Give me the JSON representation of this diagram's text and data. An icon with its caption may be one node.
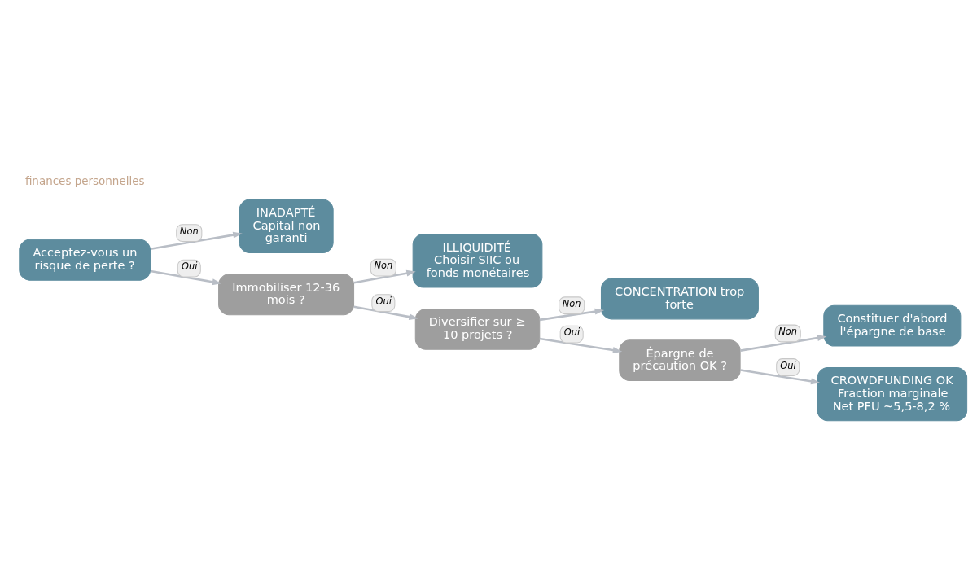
{
  "diagram": {
    "nodes": [
      {
        "text": [
          "Acceptez-vous un risque de perte ?"
        ]
      },
      {
        "text": [
          "INADAPTÉ",
          "Capital non garanti"
        ]
      },
      {
        "text": [
          "Immobiliser 12-36 mois ?"
        ]
      },
      {
        "text": [
          "ILLIQUIDITÉ",
          "Choisir SIIC ou fonds monétaires"
        ]
      },
      {
        "text": [
          "Diversifier sur ≥ 10 projets ?"
        ]
      },
      {
        "text": [
          "CONCENTRATION trop forte"
        ]
      },
      {
        "text": [
          "Épargne de précaution OK ?"
        ]
      },
      {
        "text": [
          "Constituer d'abord l'épargne de base"
        ]
      },
      {
        "text": [
          "CROWDFUNDING OK",
          "Fraction marginale",
          "Net PFU ~5,5-8,2 %"
        ]
      }
    ],
    "edges": [
      {
        "from": 0,
        "to": 1,
        "arrow": "to",
        "label": "Non"
      },
      {
        "from": 0,
        "to": 2,
        "arrow": "to",
        "label": "Oui"
      },
      {
        "from": 2,
        "to": 3,
        "arrow": "to",
        "label": "Non"
      },
      {
        "from": 2,
        "to": 4,
        "arrow": "to",
        "label": "Oui"
      },
      {
        "from": 4,
        "to": 5,
        "arrow": "to",
        "label": "Non"
      },
      {
        "from": 4,
        "to": 6,
        "arrow": "to",
        "label": "Oui"
      },
      {
        "from": 6,
        "to": 7,
        "arrow": "to",
        "label": "Non"
      },
      {
        "from": 6,
        "to": 8,
        "arrow": "to",
        "label": "Oui"
      }
    ],
    "labels": [
      "finances personnelles"
    ]
  }
}
